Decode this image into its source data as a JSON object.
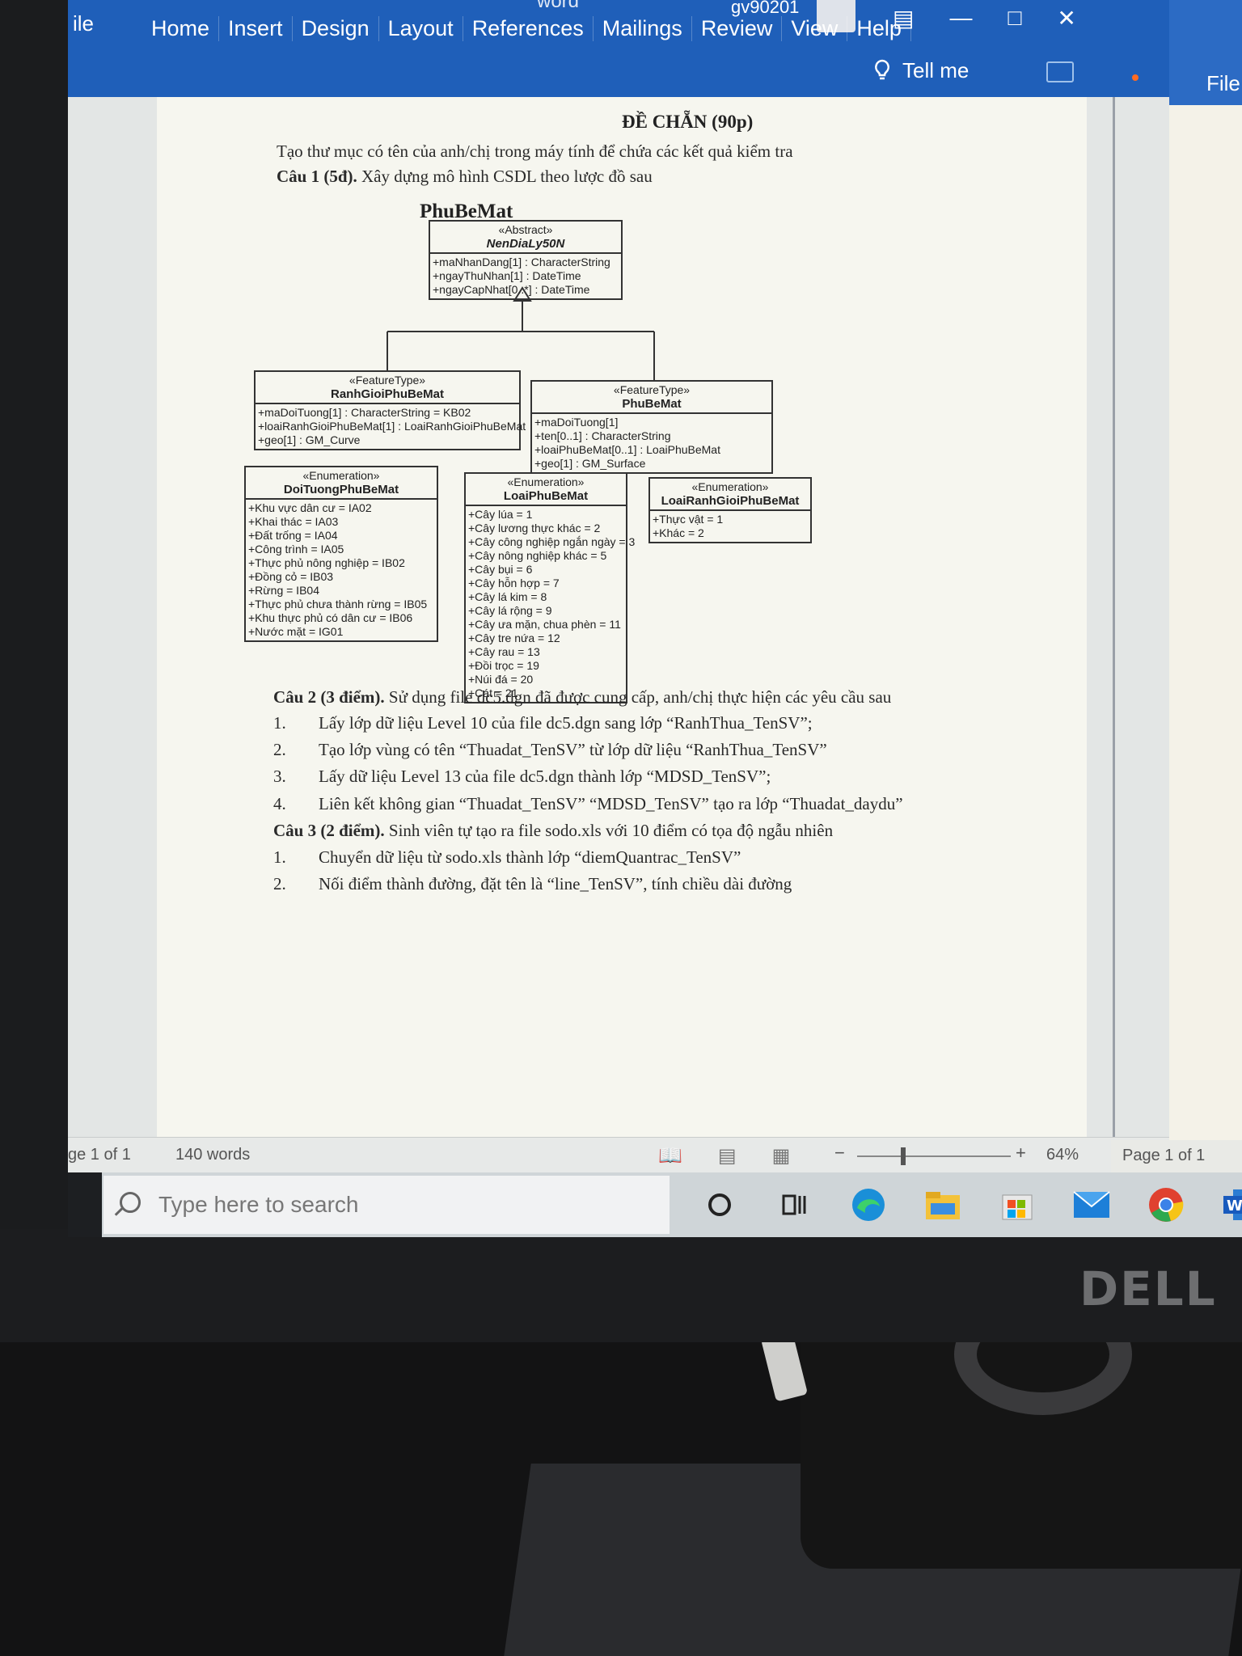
{
  "ribbon": {
    "file_fragment": "ile",
    "tabs": [
      "Home",
      "Insert",
      "Design",
      "Layout",
      "References",
      "Mailings",
      "Review",
      "View",
      "Help"
    ],
    "tell_me": "Tell me",
    "doc_title_fragment": "word",
    "user": "gv90201",
    "second_window_file": "File"
  },
  "document": {
    "heading": "ĐỀ CHẴN (90p)",
    "intro": "Tạo thư mục có tên của anh/chị trong máy tính để chứa các kết quả kiểm tra",
    "q1_label": "Câu 1 (5đ).",
    "q1_text": " Xây dựng mô hình CSDL theo lược đồ sau",
    "diagram_title": "PhuBeMat",
    "uml": {
      "abstract": {
        "stereotype": "«Abstract»",
        "name": "NenDiaLy50N",
        "attrs": [
          "+maNhanDang[1] : CharacterString",
          "+ngayThuNhan[1] : DateTime",
          "+ngayCapNhat[0..*] : DateTime"
        ]
      },
      "ranh": {
        "stereotype": "«FeatureType»",
        "name": "RanhGioiPhuBeMat",
        "attrs": [
          "+maDoiTuong[1] : CharacterString = KB02",
          "+loaiRanhGioiPhuBeMat[1] : LoaiRanhGioiPhuBeMat",
          "+geo[1] : GM_Curve"
        ]
      },
      "phubemat": {
        "stereotype": "«FeatureType»",
        "name": "PhuBeMat",
        "attrs": [
          "+maDoiTuong[1]",
          "+ten[0..1] : CharacterString",
          "+loaiPhuBeMat[0..1] : LoaiPhuBeMat",
          "+geo[1] : GM_Surface"
        ]
      },
      "doituong": {
        "stereotype": "«Enumeration»",
        "name": "DoiTuongPhuBeMat",
        "attrs": [
          "+Khu vực dân cư = IA02",
          "+Khai thác = IA03",
          "+Đất trống = IA04",
          "+Công trình = IA05",
          "+Thực phủ nông nghiệp = IB02",
          "+Đồng cỏ = IB03",
          "+Rừng = IB04",
          "+Thực phủ chưa thành rừng = IB05",
          "+Khu thực phủ có dân cư = IB06",
          "+Nước mặt = IG01"
        ]
      },
      "loaiphu": {
        "stereotype": "«Enumeration»",
        "name": "LoaiPhuBeMat",
        "attrs": [
          "+Cây lúa = 1",
          "+Cây lương thực khác = 2",
          "+Cây công nghiệp ngắn ngày = 3",
          "+Cây nông nghiệp khác = 5",
          "+Cây bụi = 6",
          "+Cây hỗn hợp = 7",
          "+Cây lá kim = 8",
          "+Cây lá rộng = 9",
          "+Cây ưa mặn, chua phèn = 11",
          "+Cây tre nứa = 12",
          "+Cây rau = 13",
          "+Đồi trọc = 19",
          "+Núi đá = 20",
          "+Cát = 21"
        ]
      },
      "loairanh": {
        "stereotype": "«Enumeration»",
        "name": "LoaiRanhGioiPhuBeMat",
        "attrs": [
          "+Thực vật = 1",
          "+Khác = 2"
        ]
      }
    },
    "q2_label": "Câu 2 (3 điểm).",
    "q2_text": " Sử dụng file dc5.dgn đã được cung cấp, anh/chị thực hiện các yêu cầu sau",
    "q2_items": [
      {
        "num": "1.",
        "text": "Lấy lớp dữ liệu Level 10 của file dc5.dgn sang lớp “RanhThua_TenSV”;"
      },
      {
        "num": "2.",
        "text": "Tạo lớp vùng có tên “Thuadat_TenSV” từ lớp dữ liệu “RanhThua_TenSV”"
      },
      {
        "num": "3.",
        "text": "Lấy dữ liệu Level 13 của file dc5.dgn thành lớp “MDSD_TenSV”;"
      },
      {
        "num": "4.",
        "text": "Liên kết không gian “Thuadat_TenSV” “MDSD_TenSV” tạo ra lớp “Thuadat_daydu”"
      }
    ],
    "q3_label": "Câu 3 (2 điểm).",
    "q3_text": " Sinh viên tự tạo ra file sodo.xls với 10 điểm có tọa độ ngẫu nhiên",
    "q3_items": [
      {
        "num": "1.",
        "text": "Chuyển dữ liệu từ sodo.xls thành lớp “diemQuantrac_TenSV”"
      },
      {
        "num": "2.",
        "text": "Nối điểm thành đường, đặt tên là “line_TenSV”, tính chiều dài đường"
      }
    ]
  },
  "status": {
    "page": "ge 1 of 1",
    "words": "140 words",
    "zoom": "64%",
    "second_page": "Page 1 of 1"
  },
  "taskbar": {
    "search_placeholder": "Type here to search"
  },
  "monitor_brand": "DELL"
}
